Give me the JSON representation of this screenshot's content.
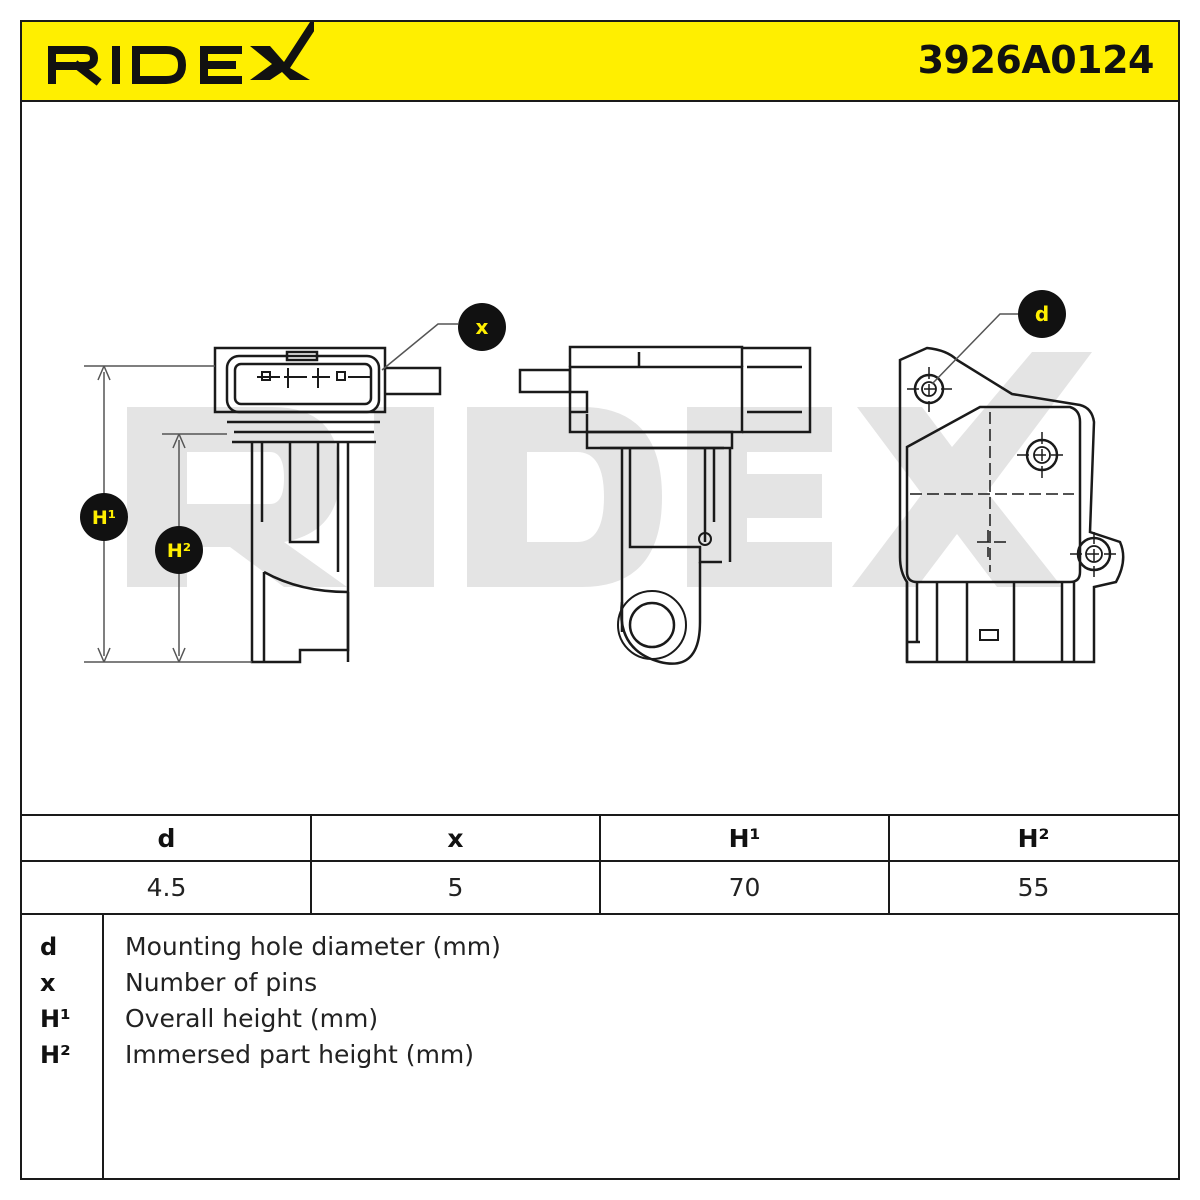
{
  "header": {
    "brand": "RIDEX",
    "part_number": "3926A0124",
    "background_color": "#ffef00"
  },
  "drawing": {
    "watermark": "RIDEX",
    "callouts": {
      "x": "x",
      "d": "d",
      "h1": "H¹",
      "h2": "H²"
    }
  },
  "specs": {
    "headers": [
      "d",
      "x",
      "H¹",
      "H²"
    ],
    "values": [
      "4.5",
      "5",
      "70",
      "55"
    ]
  },
  "legend": [
    {
      "key": "d",
      "description": "Mounting hole diameter (mm)"
    },
    {
      "key": "x",
      "description": "Number of pins"
    },
    {
      "key": "H¹",
      "description": "Overall height (mm)"
    },
    {
      "key": "H²",
      "description": "Immersed part height (mm)"
    }
  ]
}
